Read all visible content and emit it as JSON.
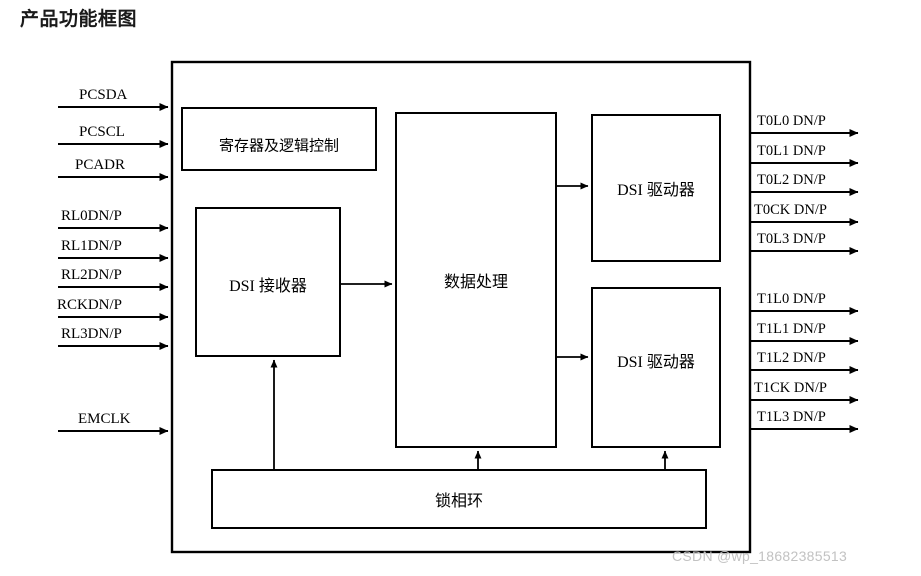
{
  "page": {
    "title": "产品功能框图",
    "watermark": "CSDN @wp_18682385513"
  },
  "diagram": {
    "type": "block-diagram",
    "outer_frame": {
      "label": "chip-boundary"
    },
    "blocks": [
      {
        "id": "register-logic-control",
        "label": "寄存器及逻辑控制"
      },
      {
        "id": "dsi-receiver",
        "label": "DSI 接收器"
      },
      {
        "id": "data-processing",
        "label": "数据处理"
      },
      {
        "id": "dsi-driver-top",
        "label": "DSI 驱动器"
      },
      {
        "id": "dsi-driver-bottom",
        "label": "DSI 驱动器"
      },
      {
        "id": "pll",
        "label": "锁相环"
      }
    ],
    "inputs": [
      {
        "id": "pcsda",
        "label": "PCSDA"
      },
      {
        "id": "pcscl",
        "label": "PCSCL"
      },
      {
        "id": "pcadr",
        "label": "PCADR"
      },
      {
        "id": "rl0dnp",
        "label": "RL0DN/P"
      },
      {
        "id": "rl1dnp",
        "label": "RL1DN/P"
      },
      {
        "id": "rl2dnp",
        "label": "RL2DN/P"
      },
      {
        "id": "rckdnp",
        "label": "RCKDN/P"
      },
      {
        "id": "rl3dnp",
        "label": "RL3DN/P"
      },
      {
        "id": "emclk",
        "label": "EMCLK"
      }
    ],
    "outputs_top": [
      {
        "id": "t0l0dnp",
        "label": "T0L0 DN/P"
      },
      {
        "id": "t0l1dnp",
        "label": "T0L1 DN/P"
      },
      {
        "id": "t0l2dnp",
        "label": "T0L2 DN/P"
      },
      {
        "id": "t0ckdnp",
        "label": "T0CK DN/P"
      },
      {
        "id": "t0l3dnp",
        "label": "T0L3 DN/P"
      }
    ],
    "outputs_bottom": [
      {
        "id": "t1l0dnp",
        "label": "T1L0 DN/P"
      },
      {
        "id": "t1l1dnp",
        "label": "T1L1 DN/P"
      },
      {
        "id": "t1l2dnp",
        "label": "T1L2 DN/P"
      },
      {
        "id": "t1ckdnp",
        "label": "T1CK DN/P"
      },
      {
        "id": "t1l3dnp",
        "label": "T1L3 DN/P"
      }
    ],
    "colors": {
      "line": "#000000",
      "background": "#ffffff",
      "title": "#1a1a1a",
      "watermark": "#c2c2c2"
    }
  }
}
